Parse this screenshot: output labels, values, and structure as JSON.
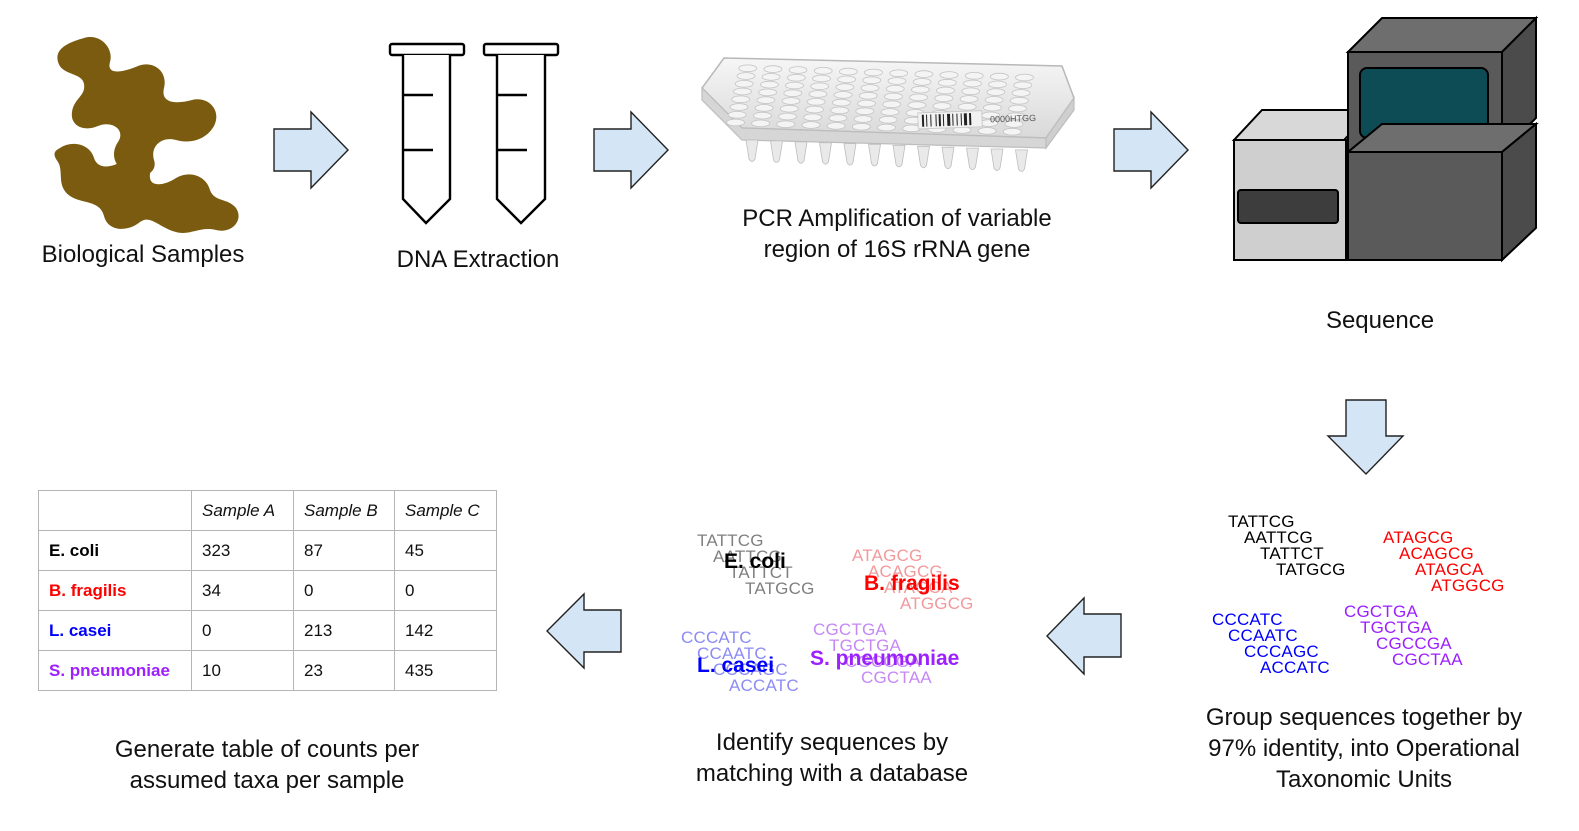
{
  "colors": {
    "arrow_fill": "#d4e6f6",
    "sample_brown": "#7a5b0f",
    "ecoli": "#000000",
    "ecoli_light": "#808080",
    "bfragilis": "#ff0000",
    "bfragilis_light": "#f2999b",
    "lcasei": "#0000ff",
    "lcasei_light": "#8c8cf4",
    "spneumoniae": "#9d20ff",
    "spneumoniae_light": "#c688f5"
  },
  "steps": {
    "samples": "Biological Samples",
    "dna": "DNA Extraction",
    "pcr_line1": "PCR Amplification of variable",
    "pcr_line2": "region of 16S rRNA gene",
    "sequence": "Sequence",
    "group_line1": "Group sequences together by",
    "group_line2": "97% identity, into Operational",
    "group_line3": "Taxonomic Units",
    "identify_line1": "Identify sequences by",
    "identify_line2": "matching with a database",
    "table_line1": "Generate table of counts per",
    "table_line2": "assumed taxa per sample"
  },
  "plate": {
    "barcode_text": "0000HTGG"
  },
  "otus": {
    "ecoli": [
      "TATTCG",
      "AATTCG",
      "TATTCT",
      "TATGCG"
    ],
    "bfragilis": [
      "ATAGCG",
      "ACAGCG",
      "ATAGCA",
      "ATGGCG"
    ],
    "lcasei": [
      "CCCATC",
      "CCAATC",
      "CCCAGC",
      "ACCATC"
    ],
    "spneumoniae": [
      "CGCTGA",
      "TGCTGA",
      "CGCCGA",
      "CGCTAA"
    ]
  },
  "species": {
    "ecoli": "E. coli",
    "bfragilis": "B. fragilis",
    "lcasei": "L. casei",
    "spneumoniae": "S. pneumoniae"
  },
  "table": {
    "headers": [
      "",
      "Sample A",
      "Sample B",
      "Sample C"
    ],
    "rows": [
      {
        "taxon": "E. coli",
        "color": "#000000",
        "values": [
          "323",
          "87",
          "45"
        ]
      },
      {
        "taxon": "B. fragilis",
        "color": "#ff0000",
        "values": [
          "34",
          "0",
          "0"
        ]
      },
      {
        "taxon": "L. casei",
        "color": "#0000ff",
        "values": [
          "0",
          "213",
          "142"
        ]
      },
      {
        "taxon": "S. pneumoniae",
        "color": "#9d20ff",
        "values": [
          "10",
          "23",
          "435"
        ]
      }
    ]
  }
}
